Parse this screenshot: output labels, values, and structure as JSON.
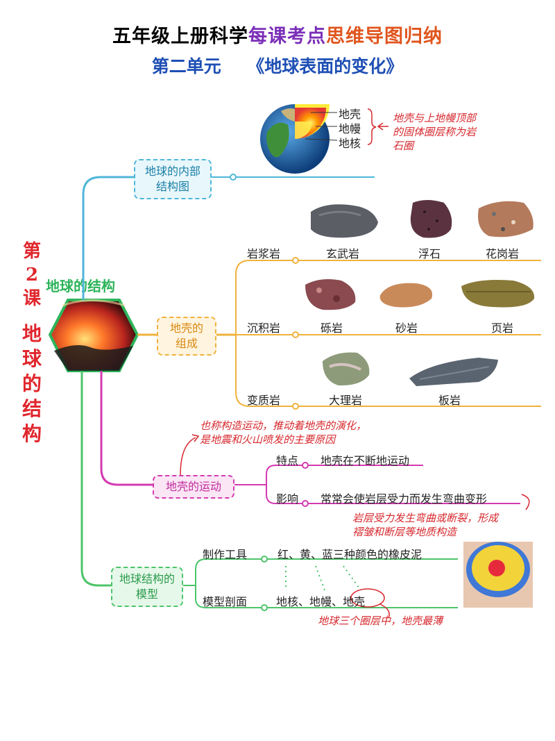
{
  "header": {
    "title_black": "五年级上册科学",
    "title_purple": "每课考点",
    "title_orange": "思维导图归纳",
    "subtitle": "第二单元　　《地球表面的变化》"
  },
  "lesson": {
    "number_line": "第2课",
    "name_chars": [
      "地",
      "球",
      "的",
      "结",
      "构"
    ],
    "center_label": "地球的结构"
  },
  "colors": {
    "blue_branch": "#4fb6d8",
    "orange_branch": "#f0b23c",
    "magenta_branch": "#d43ab0",
    "green_branch": "#4cc46a",
    "red_text": "#d6282e",
    "title_blue": "#1e4fb4"
  },
  "branches": {
    "internal": {
      "label": "地球的内部结构图",
      "layers": [
        "地壳",
        "地幔",
        "地核"
      ],
      "note": "地壳与上地幔顶部的固体圈层称为岩石圈",
      "icon": "earth-cross-section-icon"
    },
    "crust": {
      "label": "地壳的组成",
      "rock_groups": [
        {
          "type": "岩浆岩",
          "rocks": [
            "玄武岩",
            "浮石",
            "花岗岩"
          ]
        },
        {
          "type": "沉积岩",
          "rocks": [
            "砾岩",
            "砂岩",
            "页岩"
          ]
        },
        {
          "type": "变质岩",
          "rocks": [
            "大理岩",
            "板岩"
          ]
        }
      ]
    },
    "movement": {
      "label": "地壳的运动",
      "top_note_line1": "也称构造运动，推动着地壳的演化，",
      "top_note_line2": "是地震和火山喷发的主要原因",
      "feature_label": "特点",
      "feature_text": "地壳在不断地运动",
      "effect_label": "影响",
      "effect_text": "常常会使岩层受力而发生弯曲变形",
      "effect_note_line1": "岩层受力发生弯曲或断裂，形成",
      "effect_note_line2": "褶皱和断层等地质构造"
    },
    "model": {
      "label": "地球结构的模型",
      "tool_label": "制作工具",
      "tool_text": "红、黄、蓝三种颜色的橡皮泥",
      "section_label": "模型剖面",
      "section_parts": [
        "地核",
        "地幔",
        "地壳"
      ],
      "note": "地球三个圈层中，地壳最薄"
    }
  }
}
